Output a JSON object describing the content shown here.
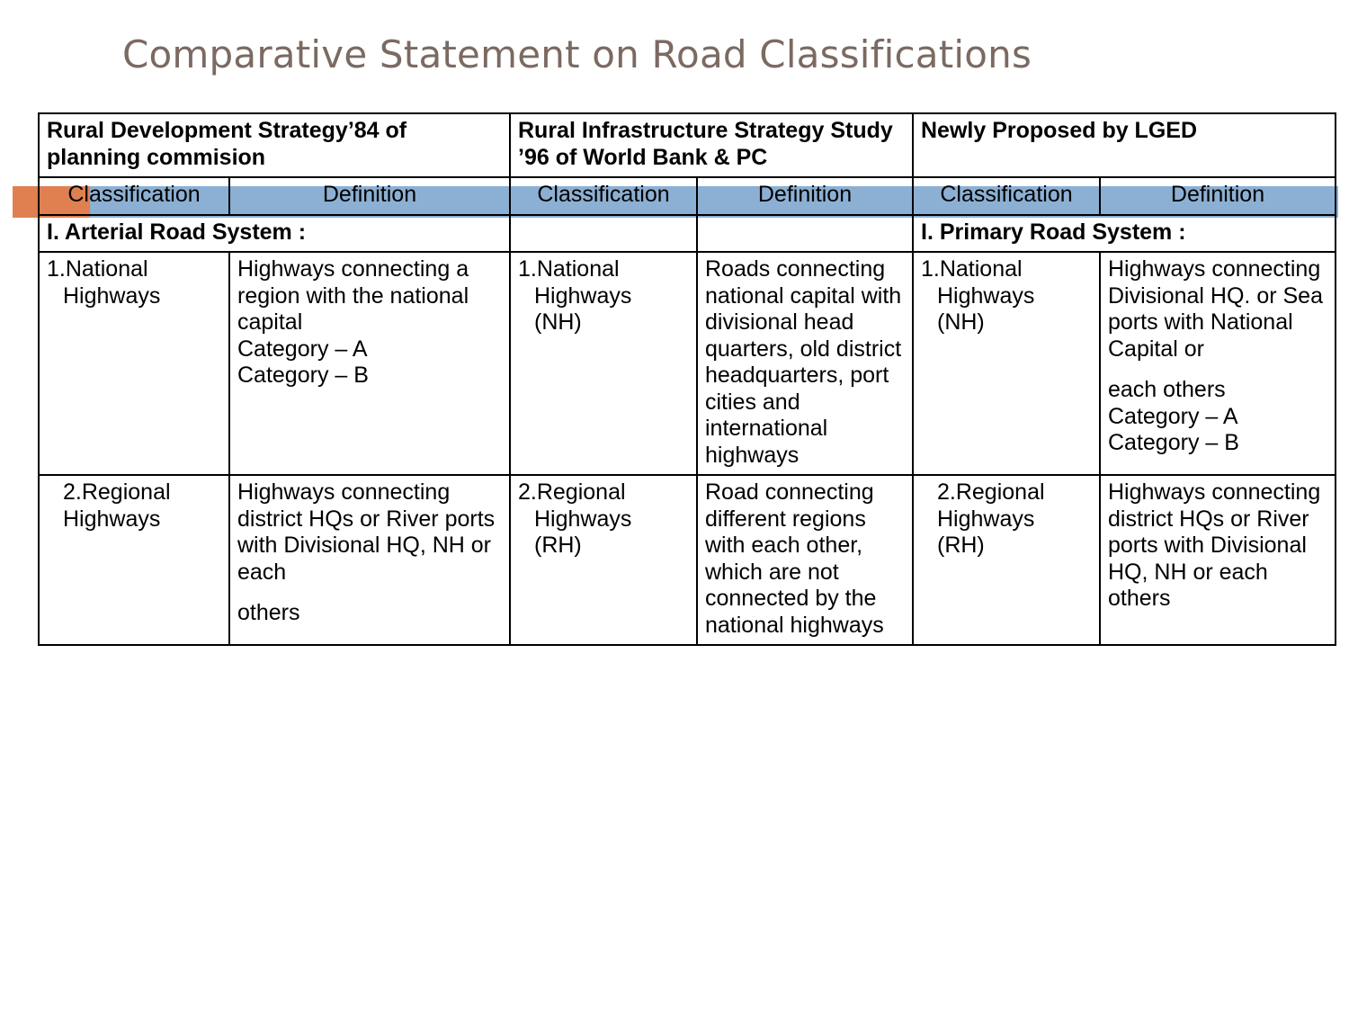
{
  "slide": {
    "title": "Comparative Statement on Road Classifications"
  },
  "colors": {
    "title_text": "#7b6a62",
    "band": "#8cb0d3",
    "accent_square": "#e08050",
    "table_border": "#000000"
  },
  "table": {
    "group_headers": [
      "Rural Development Strategy’84 of planning commision",
      "Rural Infrastructure Strategy Study ’96 of World Bank & PC",
      "Newly Proposed by LGED"
    ],
    "sub_headers": [
      "Classification",
      "Definition",
      "Classification",
      "Definition",
      "Classification",
      "Definition"
    ],
    "section_row": {
      "col1": "I. Arterial Road System :",
      "col2": "",
      "col3": "",
      "col4": "",
      "col5": "I. Primary Road System :",
      "col6": ""
    },
    "rows": [
      {
        "c1_line1": "1.National",
        "c1_line2": "Highways",
        "c2": "Highways connecting a region with the national capital\nCategory – A\nCategory – B",
        "c3_line1": "1.National",
        "c3_line2": "Highways",
        "c3_line3": "(NH)",
        "c4": "Roads connecting national capital with divisional head quarters, old district headquarters, port cities and international highways",
        "c5_line1": "1.National",
        "c5_line2": "Highways",
        "c5_line3": "(NH)",
        "c6_part1": "Highways connecting Divisional HQ. or Sea ports with National Capital or",
        "c6_part2": "each others\nCategory – A\nCategory – B"
      },
      {
        "c1_line1": "2.Regional",
        "c1_line2": "Highways",
        "c2_part1": "Highways connecting district HQs or River ports with Divisional HQ, NH or each",
        "c2_part2": "others",
        "c3_line1": "2.Regional",
        "c3_line2": "Highways",
        "c3_line3": "(RH)",
        "c4": "Road connecting different regions with each other, which are not connected by the national highways",
        "c5_line1": "2.Regional",
        "c5_line2": "Highways",
        "c5_line3": "(RH)",
        "c6_part1": "Highways connecting district HQs or River ports with Divisional HQ, NH or each others",
        "c6_part2": ""
      }
    ]
  }
}
